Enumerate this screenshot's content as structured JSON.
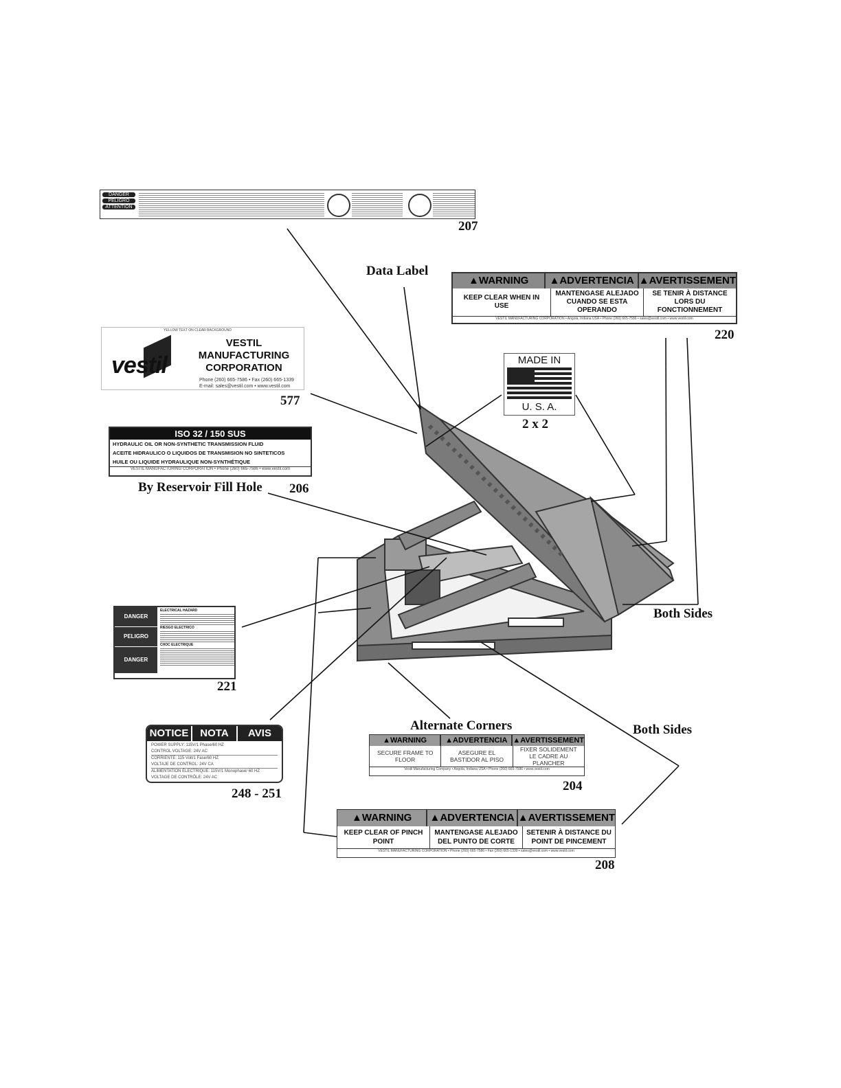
{
  "labels": {
    "l207": {
      "number": "207",
      "tags": [
        "DANGER",
        "PELIGRO",
        "ATTENTION"
      ]
    },
    "data_label": {
      "caption": "Data Label"
    },
    "l220": {
      "number": "220",
      "headers": [
        "WARNING",
        "ADVERTENCIA",
        "AVERTISSEMENT"
      ],
      "texts": [
        "KEEP CLEAR WHEN IN USE",
        "MANTENGASE ALEJADO CUANDO SE ESTA OPERANDO",
        "SE TENIR À DISTANCE LORS DU FONCTIONNEMENT"
      ],
      "footer": "VESTIL MANUFACTURING CORPORATION • Angola, Indiana USA • Phone (260) 665-7586 • sales@vestil.com • www.vestil.com"
    },
    "l577": {
      "number": "577",
      "top_note": "YELLOW TEXT ON CLEAR BACKGROUND",
      "logo_text": "vestil",
      "company": "VESTIL MANUFACTURING CORPORATION",
      "phone": "Phone (260) 665-7586 • Fax (260) 665-1339",
      "email": "E-mail: sales@vestil.com • www.vestil.com"
    },
    "made_in": {
      "line1": "MADE IN",
      "line2": "U. S. A.",
      "size": "2 x 2"
    },
    "l206": {
      "number": "206",
      "caption": "By Reservoir Fill Hole",
      "title": "ISO 32 / 150 SUS",
      "lines": [
        "HYDRAULIC OIL OR NON-SYNTHETIC TRANSMISSION FLUID",
        "ACEITE HIDRAULICO O LIQUIDOS DE TRANSMISION NO SINTETICOS",
        "HUILE OU LIQUIDE HYDRAULIQUE NON-SYNTHÉTIQUE"
      ],
      "footer": "VESTIL MANUFACTURING CORPORATION • Phone (260) 665-7586 • www.vestil.com"
    },
    "l221": {
      "number": "221",
      "tags": [
        "DANGER",
        "PELIGRO",
        "DANGER"
      ],
      "heads": [
        "ELECTRICAL HAZARD",
        "RIESGO ELECTRICO",
        "CHOC ELECTRIQUE"
      ]
    },
    "l248": {
      "number": "248 - 251",
      "headers": [
        "NOTICE",
        "NOTA",
        "AVIS"
      ],
      "lines": [
        "POWER SUPPLY: 115V/1 Phase/60 HZ",
        "CONTROL VOLTAGE: 24V AC",
        "CORRIENTE: 115 Volt/1 Fase/60 HZ",
        "VOLTAJE DE CONTROL: 24V CA",
        "ALIMENTATION ÉLECTRIQUE: 115V/1 Monophasé/ 60 HZ",
        "VOLTAGE DE CONTRÔLE: 24V AC"
      ]
    },
    "l204": {
      "number": "204",
      "caption": "Alternate Corners",
      "headers": [
        "WARNING",
        "ADVERTENCIA",
        "AVERTISSEMENT"
      ],
      "texts": [
        "SECURE FRAME TO FLOOR",
        "ASEGURE EL BASTIDOR AL PISO",
        "FIXER SOLIDEMENT LE CADRE AU PLANCHER"
      ],
      "footer": "Vestil Manufacturing Company • Angola, Indiana USA • Phone (260) 665-7586 • www.vestil.com"
    },
    "l208": {
      "number": "208",
      "headers": [
        "WARNING",
        "ADVERTENCIA",
        "AVERTISSEMENT"
      ],
      "texts": [
        "KEEP CLEAR OF PINCH POINT",
        "MANTENGASE ALEJADO DEL PUNTO DE CORTE",
        "SETENIR À DISTANCE DU POINT DE PINCEMENT"
      ],
      "footer": "VESTIL MANUFACTURING CORPORATION • Phone (260) 665-7586 • Fax (260) 665-1339 • sales@vestil.com • www.vestil.com"
    },
    "both_sides_1": "Both Sides",
    "both_sides_2": "Both Sides"
  }
}
